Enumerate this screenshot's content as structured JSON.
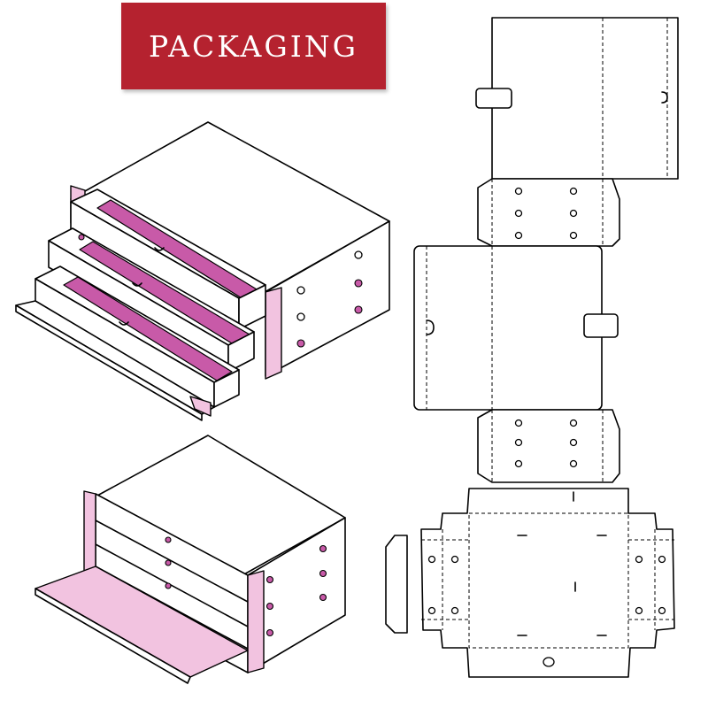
{
  "banner": {
    "title": "PACKAGING",
    "color": "#b5222f"
  },
  "colors": {
    "accent_pink": "#c85aa8",
    "light_pink": "#f2c3e0",
    "outline": "#000000"
  },
  "illustrations": [
    {
      "name": "box-with-open-drawers"
    },
    {
      "name": "box-with-closed-drawers"
    },
    {
      "name": "dieline-sleeve"
    },
    {
      "name": "dieline-drawer-tray"
    }
  ]
}
